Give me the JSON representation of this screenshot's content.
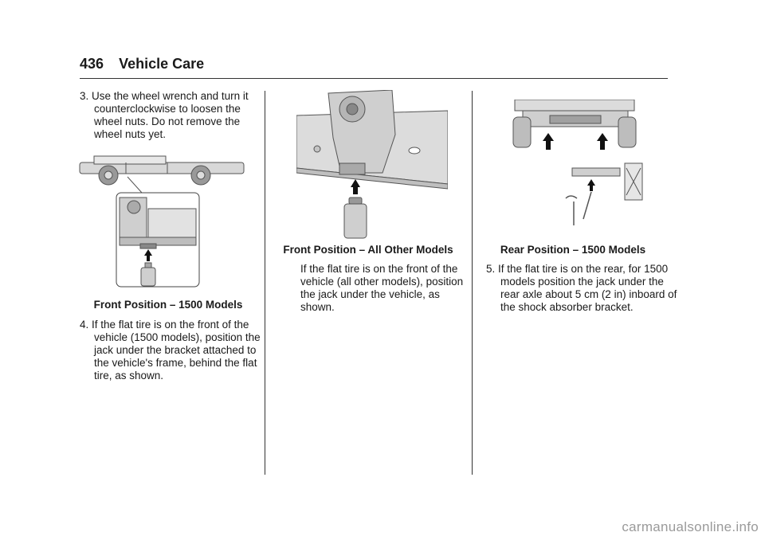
{
  "header": {
    "page_number": "436",
    "section_title": "Vehicle Care"
  },
  "col1": {
    "step3": "3.  Use the wheel wrench and turn it counterclockwise to loosen the wheel nuts. Do not remove the wheel nuts yet.",
    "fig_caption": "Front Position – 1500 Models",
    "step4": "4.  If the flat tire is on the front of the vehicle (1500 models), position the jack under the bracket attached to the vehicle's frame, behind the flat tire, as shown."
  },
  "col2": {
    "fig_caption": "Front Position – All Other Models",
    "body": "If the flat tire is on the front of the vehicle (all other models), position the jack under the vehicle, as shown."
  },
  "col3": {
    "fig_caption": "Rear Position – 1500 Models",
    "step5": "5.  If the flat tire is on the rear, for 1500 models position the jack under the rear axle about 5 cm (2 in) inboard of the shock absorber bracket."
  },
  "footer": {
    "watermark": "carmanualsonline.info"
  }
}
